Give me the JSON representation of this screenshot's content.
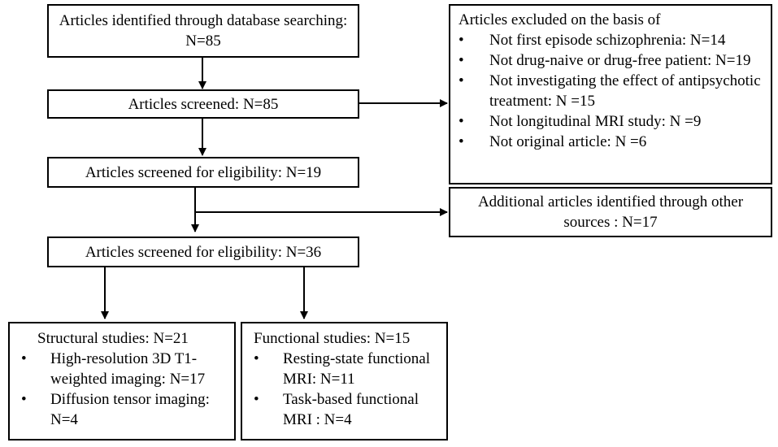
{
  "boxes": {
    "identified": "Articles identified through database searching: N=85",
    "screened": "Articles screened: N=85",
    "eligibility1": "Articles screened for eligibility: N=19",
    "eligibility2": "Articles screened for eligibility: N=36",
    "additional": "Additional articles identified through other sources : N=17"
  },
  "excluded": {
    "title": "Articles excluded on the basis of",
    "items": [
      "Not first episode schizophrenia: N=14",
      "Not drug-naive or drug-free patient: N=19",
      "Not investigating the effect of antipsychotic treatment: N =15",
      "Not longitudinal MRI study: N =9",
      "Not original article: N =6"
    ]
  },
  "structural": {
    "title": "Structural studies: N=21",
    "items": [
      "High-resolution 3D T1-weighted imaging: N=17",
      "Diffusion tensor imaging: N=4"
    ]
  },
  "functional": {
    "title": "Functional studies: N=15",
    "items": [
      "Resting-state functional MRI: N=11",
      "Task-based functional MRI : N=4"
    ]
  },
  "bullet_char": "•"
}
